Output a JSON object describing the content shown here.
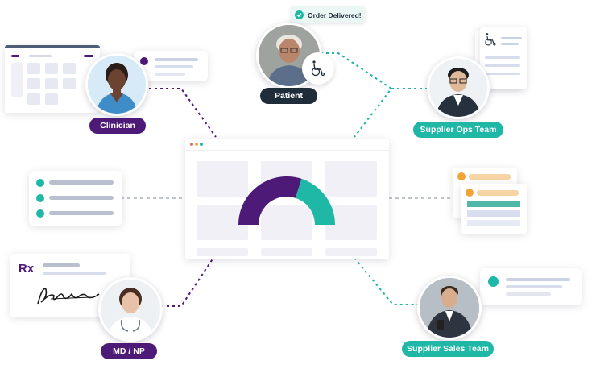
{
  "colors": {
    "brand_purple": "#4e1a78",
    "teal": "#1fb7a6",
    "dark": "#1f2d3a",
    "line_grey": "#9aa0ad",
    "bar_grey": "#b8bfcf",
    "warning": "#f3a236"
  },
  "toast": {
    "text": "Order Delivered!",
    "icon": "check-circle-icon"
  },
  "personas": {
    "clinician": {
      "label": "Clinician"
    },
    "patient": {
      "label": "Patient"
    },
    "supplier_ops": {
      "label": "Supplier Ops Team"
    },
    "md_np": {
      "label": "MD / NP"
    },
    "supplier_sales": {
      "label": "Supplier Sales Team"
    }
  },
  "prescription": {
    "rx_label": "Rx"
  },
  "icons": {
    "wheelchair": "wheelchair-icon",
    "check": "check-icon",
    "warning": "warning-icon",
    "signature": "signature-icon"
  },
  "gauge": {
    "segments": [
      {
        "name": "purple",
        "color": "#4e1a78",
        "fraction": 0.6
      },
      {
        "name": "teal",
        "color": "#1fb7a6",
        "fraction": 0.4
      }
    ]
  }
}
